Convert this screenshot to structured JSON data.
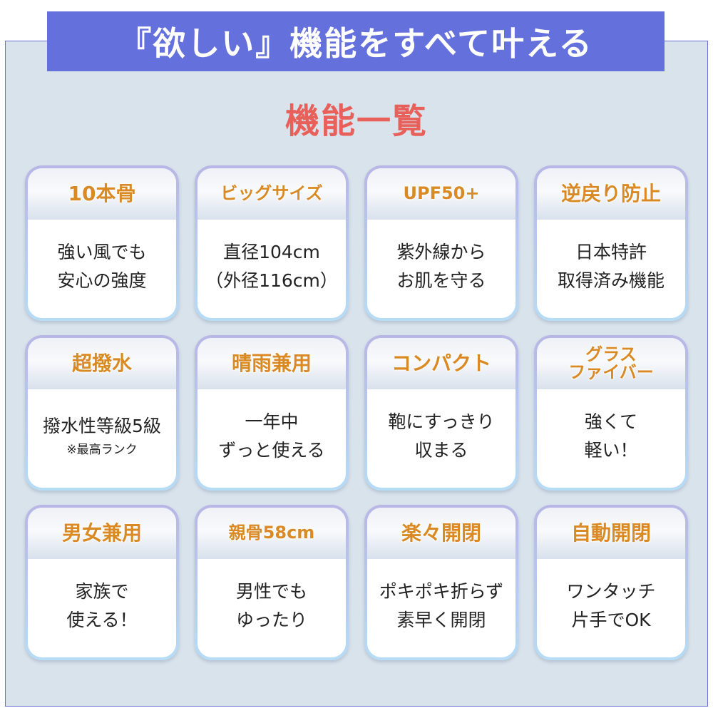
{
  "banner": "『欲しい』機能をすべて叶える",
  "heading": "機能一覧",
  "colors": {
    "banner": "#6470dc",
    "heading": "#e8605a",
    "card_title": "#d98a24",
    "panel": "#d9e3ec"
  },
  "cards": [
    {
      "title": "10本骨",
      "lines": [
        "強い風でも",
        "安心の強度"
      ]
    },
    {
      "title": "ビッグサイズ",
      "lines": [
        "直径104cm",
        "（外径116cm）"
      ]
    },
    {
      "title": "UPF50+",
      "lines": [
        "紫外線から",
        "お肌を守る"
      ]
    },
    {
      "title": "逆戻り防止",
      "lines": [
        "日本特許",
        "取得済み機能"
      ]
    },
    {
      "title": "超撥水",
      "lines": [
        "撥水性等級5級"
      ],
      "note": "※最高ランク"
    },
    {
      "title": "晴雨兼用",
      "lines": [
        "一年中",
        "ずっと使える"
      ]
    },
    {
      "title": "コンパクト",
      "lines": [
        "鞄にすっきり",
        "収まる"
      ]
    },
    {
      "title": "グラス\nファイバー",
      "lines": [
        "強くて",
        "軽い！"
      ]
    },
    {
      "title": "男女兼用",
      "lines": [
        "家族で",
        "使える！"
      ]
    },
    {
      "title": "親骨58cm",
      "lines": [
        "男性でも",
        "ゆったり"
      ]
    },
    {
      "title": "楽々開閉",
      "lines": [
        "ポキポキ折らず",
        "素早く開閉"
      ]
    },
    {
      "title": "自動開閉",
      "lines": [
        "ワンタッチ",
        "片手でOK"
      ]
    }
  ]
}
